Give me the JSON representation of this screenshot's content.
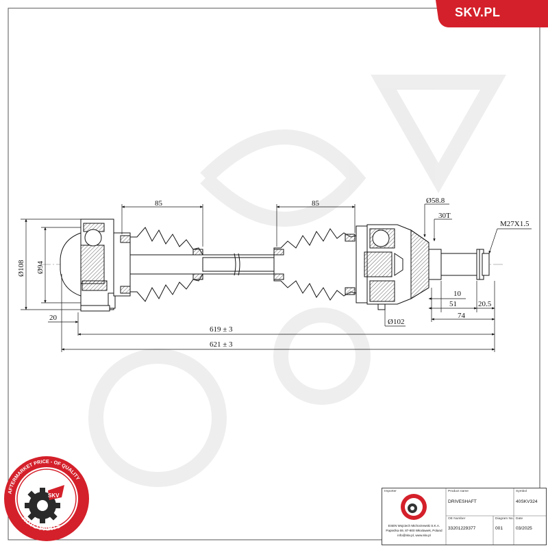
{
  "brand": {
    "name": "SKV.PL",
    "accent_color": "#d4202a",
    "badge_ring_text_top": "AFTERMARKET PRICE - OF QUALITY",
    "badge_ring_text_bottom": "AUTO PARTS",
    "badge_center": "SKV"
  },
  "drawing": {
    "dimensions": {
      "boot_left_length": "85",
      "boot_right_length": "85",
      "outer_diameter_hub": "Ø58.8",
      "spline_count": "30T",
      "thread": "M27X1.5",
      "left_outer_diameter": "Ø108",
      "left_inner_diameter": "Ø94",
      "left_offset": "20",
      "length_inner": "619 ± 3",
      "length_overall": "621 ± 3",
      "shoulder": "10",
      "stub_51": "51",
      "stub_74": "74",
      "thread_length": "20.5",
      "flange_diameter": "Ø102"
    }
  },
  "title_block": {
    "importer_label": "Importer",
    "importer_name": "ESEN Wojciech Michorzewski S.K.A.",
    "importer_address": "Papieżka 69, 87-800 Włocławek, Poland",
    "importer_contact": "info@skv.pl, www.skv.pl",
    "product_name_label": "Product name",
    "product_name": "DRIVESHAFT",
    "symbol_label": "Symbol",
    "symbol": "40SKV324",
    "oe_label": "OE Number",
    "oe_number": "33201229377",
    "diagram_label": "Diagram No.",
    "diagram_no": "001",
    "date_label": "Date",
    "date": "03/2025"
  }
}
